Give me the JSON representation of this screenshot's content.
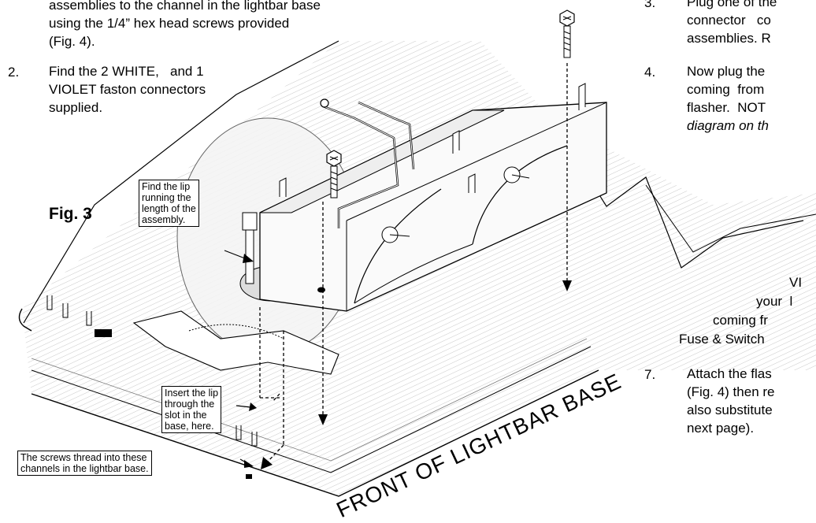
{
  "left_column": {
    "intro_lines": [
      "assemblies to the channel in the lightbar base",
      "using the 1/4” hex head screws provided",
      "(Fig. 4)."
    ],
    "step2": {
      "number": "2.",
      "lines": [
        "Find the 2 WHITE,   and 1",
        "VIOLET faston connectors",
        "supplied."
      ]
    }
  },
  "right_column": {
    "step3": {
      "number": "3.",
      "lines": [
        "Plug one of the",
        "connector   co",
        "assemblies. R"
      ]
    },
    "step4": {
      "number": "4.",
      "lines": [
        "Now plug the",
        "coming  from",
        "flasher.  NOT",
        "diagram on th"
      ]
    },
    "fragments": [
      "VI",
      "your  l",
      "coming fr",
      "Fuse & Switch"
    ],
    "step7": {
      "number": "7.",
      "lines": [
        "Attach the flas",
        "(Fig. 4) then re",
        "also substitute",
        "next page)."
      ]
    }
  },
  "figure": {
    "label": "Fig. 3",
    "callouts": {
      "find_lip": [
        "Find the lip",
        "running the",
        "length of the",
        "assembly."
      ],
      "insert_lip": [
        "Insert the lip",
        "through the",
        "slot in the",
        "base, here."
      ],
      "screws": [
        "The screws thread into these",
        "channels in the lightbar base."
      ]
    },
    "base_label": "FRONT OF LIGHTBAR BASE"
  }
}
